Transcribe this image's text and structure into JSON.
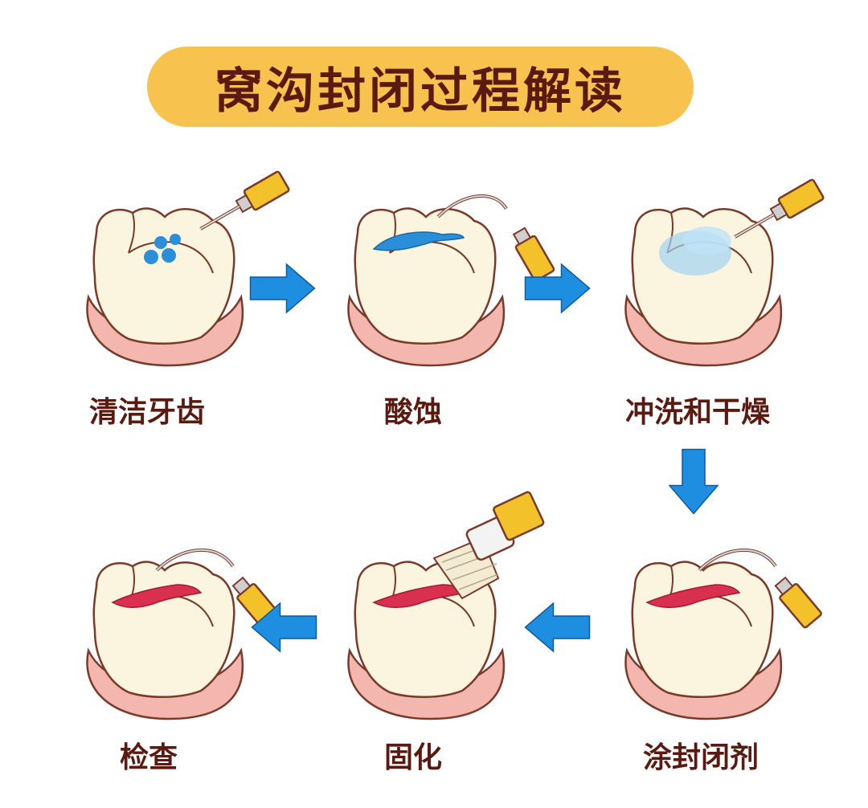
{
  "title": "窝沟封闭过程解读",
  "steps": [
    {
      "label": "清洁牙齿",
      "tool": "probe-cotton"
    },
    {
      "label": "酸蚀",
      "tool": "etch"
    },
    {
      "label": "冲洗和干燥",
      "tool": "spray"
    },
    {
      "label": "涂封闭剂",
      "tool": "sealant"
    },
    {
      "label": "固化",
      "tool": "brush"
    },
    {
      "label": "检查",
      "tool": "probe"
    }
  ],
  "colors": {
    "title_bg": "#f8c24e",
    "text": "#5a1a10",
    "tooth": "#fbf4de",
    "tooth_outline": "#7a3a2a",
    "gum": "#f3b7b0",
    "arrow": "#1e8fe0",
    "etch": "#2a8fd8",
    "sealant": "#d8304e",
    "tool_yellow": "#f3c12a"
  }
}
